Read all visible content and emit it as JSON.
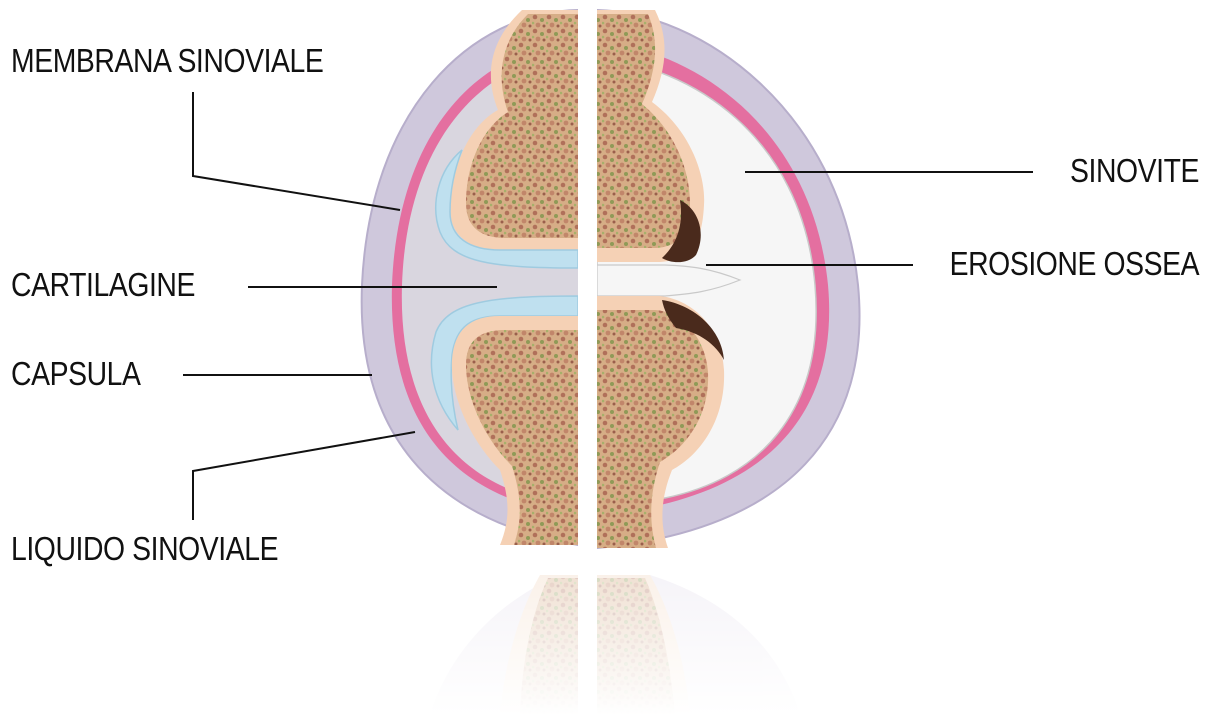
{
  "labels": {
    "membrana_sinoviale": "MEMBRANA SINOVIALE",
    "cartilagine": "CARTILAGINE",
    "capsula": "CAPSULA",
    "liquido_sinoviale": "LIQUIDO SINOVIALE",
    "sinovite": "SINOVITE",
    "erosione_ossea": "EROSIONE OSSEA"
  },
  "colors": {
    "capsule": "#cfc8dc",
    "synovial_membrane": "#e46fa0",
    "synovial_fluid": "#d7d5dc",
    "cartilage": "#bfe0ef",
    "bone_border": "#f6d3b6",
    "bone_marrow": "#c69a78",
    "synovitis": "#f7f7f7",
    "erosion": "#4a2a1c",
    "leader_line": "#111111"
  }
}
